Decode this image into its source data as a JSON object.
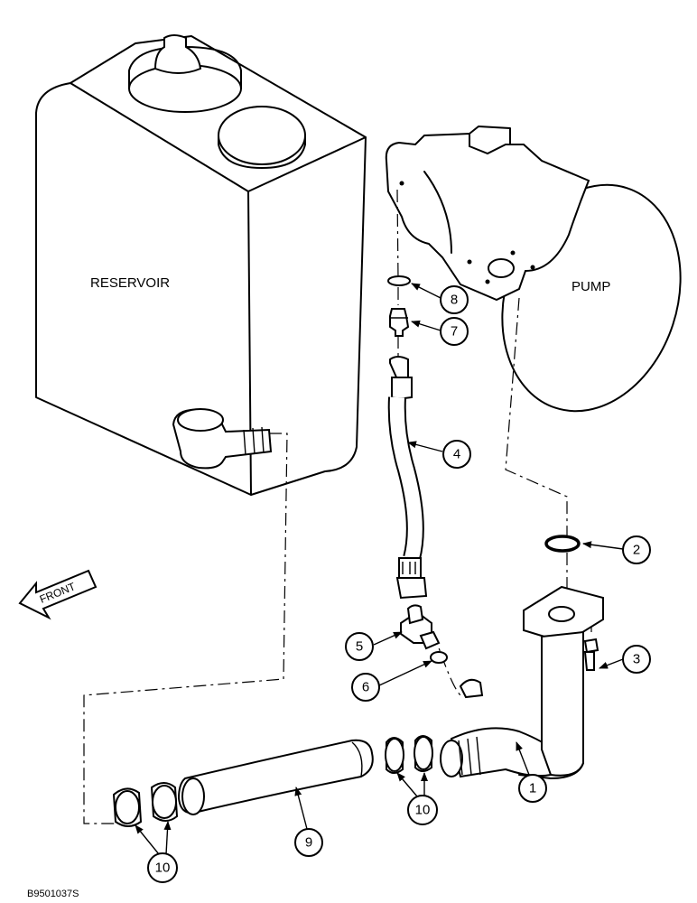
{
  "labels": {
    "reservoir": "RESERVOIR",
    "pump": "PUMP",
    "front": "FRONT",
    "figure_code": "B9501037S"
  },
  "callouts": {
    "c1": "1",
    "c2": "2",
    "c3": "3",
    "c4": "4",
    "c5": "5",
    "c6": "6",
    "c7": "7",
    "c8": "8",
    "c9": "9",
    "c10a": "10",
    "c10b": "10"
  }
}
